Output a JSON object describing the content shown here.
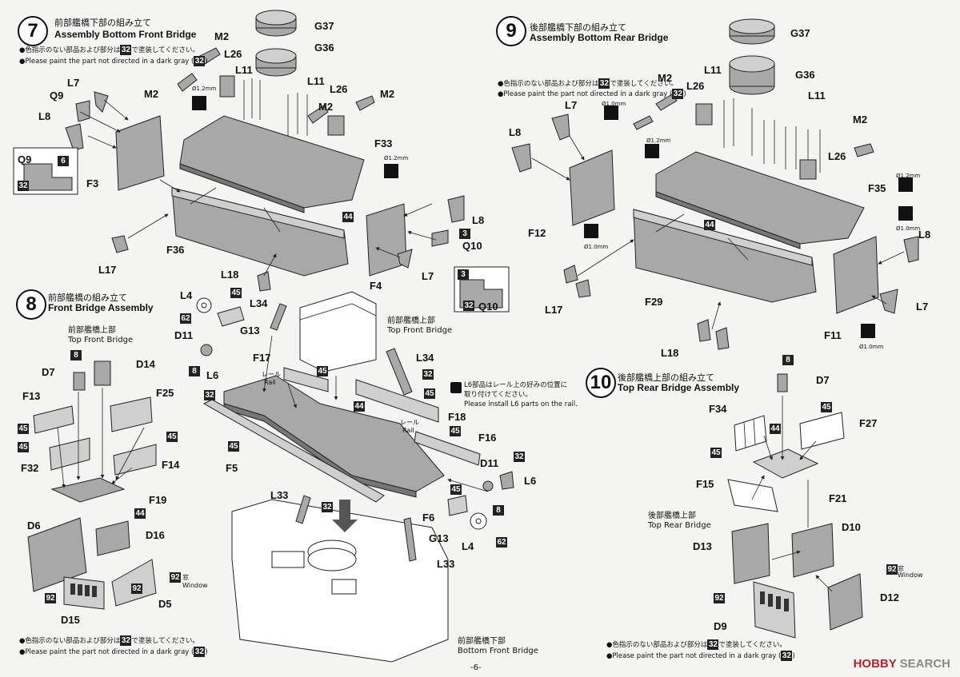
{
  "steps": {
    "s7": {
      "num": "7",
      "title_jp": "前部艦橋下部の組み立て",
      "title_en": "Assembly Bottom Front Bridge"
    },
    "s8": {
      "num": "8",
      "title_jp": "前部艦橋の組み立て",
      "title_en": "Front Bridge Assembly"
    },
    "s9": {
      "num": "9",
      "title_jp": "後部艦橋下部の組み立て",
      "title_en": "Assembly Bottom Rear Bridge"
    },
    "s10": {
      "num": "10",
      "title_jp": "後部艦橋上部の組み立て",
      "title_en": "Top Rear Bridge Assembly"
    }
  },
  "paint_note": {
    "jp_pre": "●色指示のない部品および部分は",
    "jp_post": "で塗装してください。",
    "en_pre": "●Please paint the part not directed in a dark gray (",
    "en_post": ")",
    "code": "32"
  },
  "rail_note": {
    "jp1": "L6部品はレール上の好みの位置に",
    "jp2": "取り付けてください。",
    "en": "Please install L6 parts on the rail."
  },
  "sub_labels": {
    "top_front_jp": "前部艦橋上部",
    "top_front_en": "Top Front Bridge",
    "bottom_front_jp": "前部艦橋下部",
    "bottom_front_en": "Bottom Front Bridge",
    "top_rear_jp": "後部艦橋上部",
    "top_rear_en": "Top Rear Bridge",
    "rail_jp": "レール",
    "rail_en": "Rail",
    "window_jp": "窓",
    "window_en": "Window"
  },
  "drill": {
    "d12": "Ø1.2mm",
    "d10": "Ø1.0mm"
  },
  "parts": {
    "G37": "G37",
    "G36": "G36",
    "M2": "M2",
    "L26": "L26",
    "L11": "L11",
    "L7": "L7",
    "Q9": "Q9",
    "L8": "L8",
    "F3": "F3",
    "F33": "F33",
    "F36": "F36",
    "L17": "L17",
    "L18": "L18",
    "F4": "F4",
    "Q10": "Q10",
    "L4": "L4",
    "L34": "L34",
    "G13": "G13",
    "D11": "D11",
    "L6": "L6",
    "F17": "F17",
    "D7": "D7",
    "D14": "D14",
    "F25": "F25",
    "F13": "F13",
    "F32": "F32",
    "F14": "F14",
    "F19": "F19",
    "D6": "D6",
    "D16": "D16",
    "D15": "D15",
    "D5": "D5",
    "F18": "F18",
    "F16": "F16",
    "F5": "F5",
    "F6": "F6",
    "L33": "L33",
    "F12": "F12",
    "F35": "F35",
    "F29": "F29",
    "F11": "F11",
    "F34": "F34",
    "F27": "F27",
    "F15": "F15",
    "F21": "F21",
    "D13": "D13",
    "D10": "D10",
    "D12": "D12",
    "D9": "D9"
  },
  "codes": {
    "c6": "6",
    "c32": "32",
    "c44": "44",
    "c3": "3",
    "c45": "45",
    "c62": "62",
    "c8": "8",
    "c92": "92"
  },
  "page_number": "-6-",
  "watermark": {
    "hobby": "HOBBY",
    "search": "SEARCH"
  }
}
